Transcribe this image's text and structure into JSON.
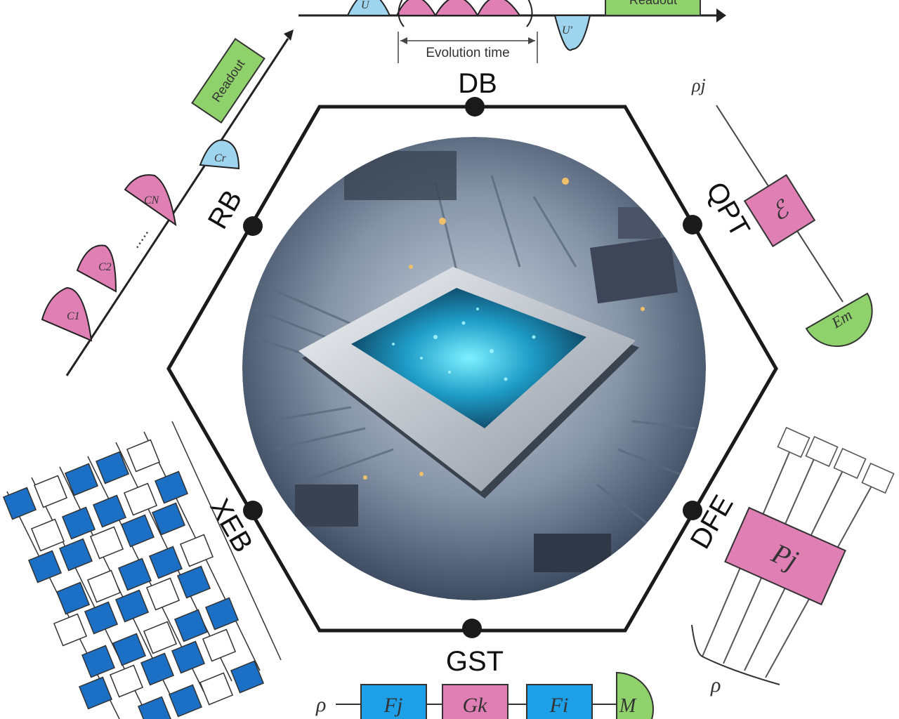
{
  "nodes": {
    "top": "DB",
    "upper_right": "QPT",
    "lower_right": "DFE",
    "bottom": "GST",
    "lower_left": "XEB",
    "upper_left": "RB"
  },
  "db_panel": {
    "readout": "Readout",
    "evolution_time": "Evolution time",
    "pulse_u": "U",
    "pulse_u_dagger": "U'"
  },
  "rb_panel": {
    "readout": "Readout",
    "pulses": [
      "C1",
      "C2",
      "CN",
      "Cr"
    ],
    "ellipsis": "....."
  },
  "qpt_panel": {
    "input_state": "ρj",
    "channel": "ℰ",
    "measurement": "Em"
  },
  "dfe_panel": {
    "pauli": "Pj",
    "state": "ρ"
  },
  "gst_panel": {
    "state": "ρ",
    "gates": [
      "Fj",
      "Gk",
      "Fi"
    ],
    "measurement": "M"
  },
  "colors": {
    "pink": "#e07fb4",
    "green": "#8fd16a",
    "blue_light": "#1ea0e8",
    "blue_dark": "#1b6fc4",
    "hexagon": "#1a1a1a"
  }
}
